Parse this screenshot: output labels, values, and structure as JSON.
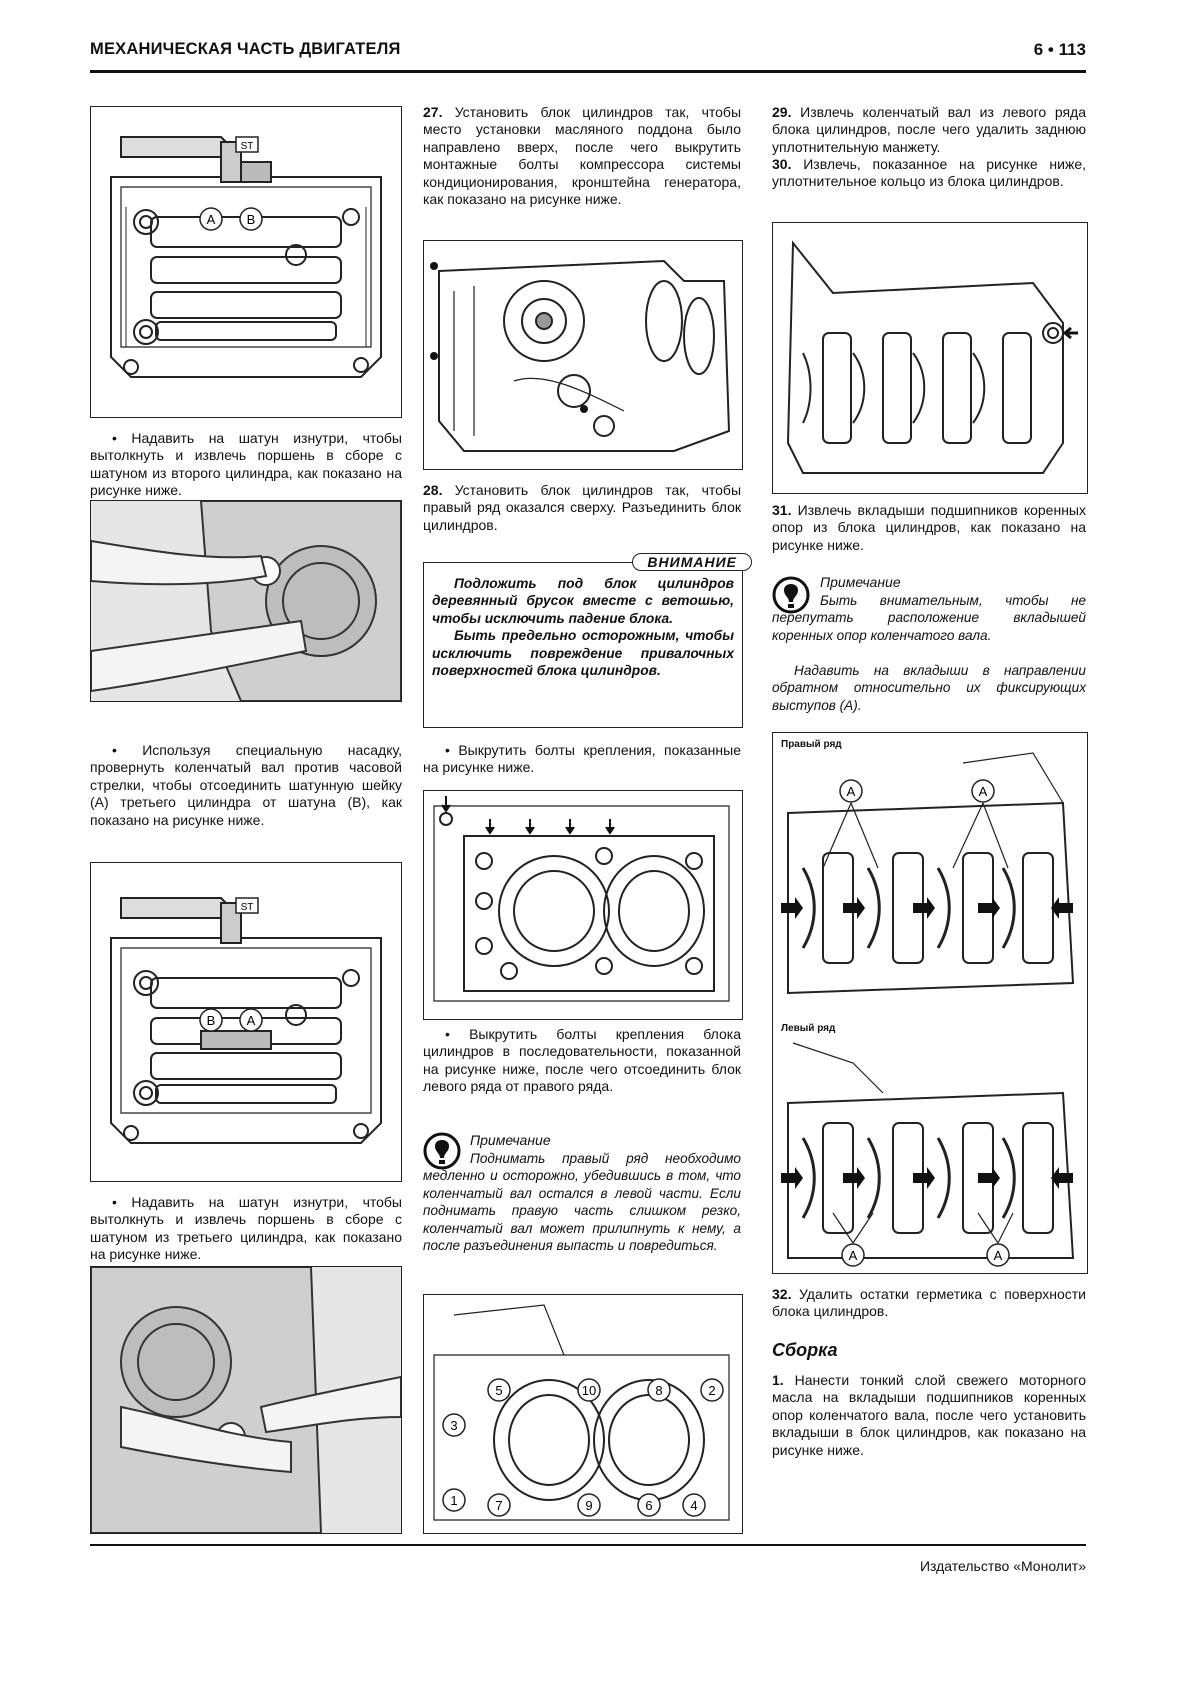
{
  "header": {
    "title": "МЕХАНИЧЕСКАЯ ЧАСТЬ ДВИГАТЕЛЯ",
    "page": "6 • 113"
  },
  "footer": {
    "publisher": "Издательство «Монолит»"
  },
  "figure_labels": {
    "st": "ST",
    "a": "A",
    "b": "B"
  },
  "col1": {
    "text1": "• Надавить на шатун изнутри, чтобы вытолкнуть и извлечь поршень в сборе с шатуном из второго цилиндра, как показано на рисунке ниже.",
    "text2": "• Используя специальную насадку, провернуть коленчатый вал против часовой стрелки, чтобы отсоединить шатунную шейку (A) третьего цилиндра от шатуна (B), как показано на рисунке ниже.",
    "text3": "• Надавить на шатун изнутри, чтобы вытолкнуть и извлечь поршень в сборе с шатуном из третьего цилиндра, как показано на рисунке ниже."
  },
  "col2": {
    "s27_num": "27.",
    "s27": "Установить блок цилиндров так, чтобы место установки масляного поддона было направлено вверх, после чего выкрутить монтажные болты компрессора системы кондиционирования, кронштейна генератора, как показано на рисунке ниже.",
    "s28_num": "28.",
    "s28": "Установить блок цилиндров так, чтобы правый ряд оказался сверху. Разъединить блок цилиндров.",
    "warning_title": "ВНИМАНИЕ",
    "warning_p1": "Подложить под блок цилиндров деревянный брусок вместе с ветошью, чтобы исключить падение блока.",
    "warning_p2": "Быть предельно осторожным, чтобы исключить повреждение привалочных поверхностей блока цилиндров.",
    "bullet1": "• Выкрутить болты крепления, показанные на рисунке ниже.",
    "bullet2": "• Выкрутить болты крепления блока цилиндров в последовательности, показанной на рисунке ниже, после чего отсоединить блок левого ряда от правого ряда.",
    "note_head": "Примечание",
    "note_body": "Поднимать правый ряд необходимо медленно и осторожно, убедившись в том, что коленчатый вал остался в левой части. Если поднимать правую часть слишком резко, коленчатый вал может прилипнуть к нему, а после разъединения выпасть и повредиться.",
    "seq": [
      "1",
      "2",
      "3",
      "4",
      "5",
      "6",
      "7",
      "8",
      "9",
      "10"
    ]
  },
  "col3": {
    "s29_num": "29.",
    "s29": "Извлечь коленчатый вал из левого ряда блока цилиндров, после чего удалить заднюю уплотнительную манжету.",
    "s30_num": "30.",
    "s30": "Извлечь, показанное на рисунке ниже, уплотнительное кольцо из блока цилиндров.",
    "s31_num": "31.",
    "s31": "Извлечь вкладыши подшипников коренных опор из блока цилиндров, как показано на рисунке ниже.",
    "note_head": "Примечание",
    "note_body": "Быть внимательным, чтобы не перепутать расположение вкладышей коренных опор коленчатого вала.",
    "note_body2": "Надавить на вкладыши в направлении обратном относительно их фиксирующих выступов (A).",
    "cap_right": "Правый ряд",
    "cap_left": "Левый ряд",
    "s32_num": "32.",
    "s32": "Удалить остатки герметика с поверхности блока цилиндров.",
    "section": "Сборка",
    "a1_num": "1.",
    "a1": "Нанести тонкий слой свежего моторного масла на вкладыши подшипников коренных опор коленчатого вала, после чего установить вкладыши в блок цилиндров, как показано на рисунке ниже."
  }
}
